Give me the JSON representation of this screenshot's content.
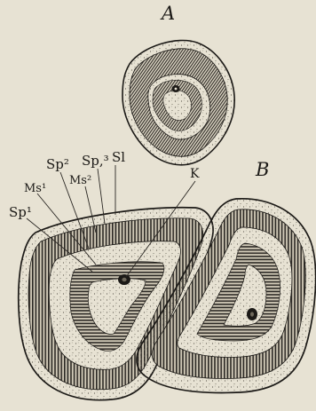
{
  "figure": {
    "panel_labels": {
      "a": "A",
      "b": "B"
    },
    "labels": {
      "sp1": "Sp¹",
      "ms1": "Ms¹",
      "sp2": "Sp²",
      "ms2": "Ms²",
      "sp3": "Sp,³",
      "sl": "Sl",
      "k": "K"
    },
    "colors": {
      "paper": "#e7e2d3",
      "ink": "#1c1a17",
      "stipple": "#5b564c",
      "band": "#cfc8b6"
    }
  }
}
